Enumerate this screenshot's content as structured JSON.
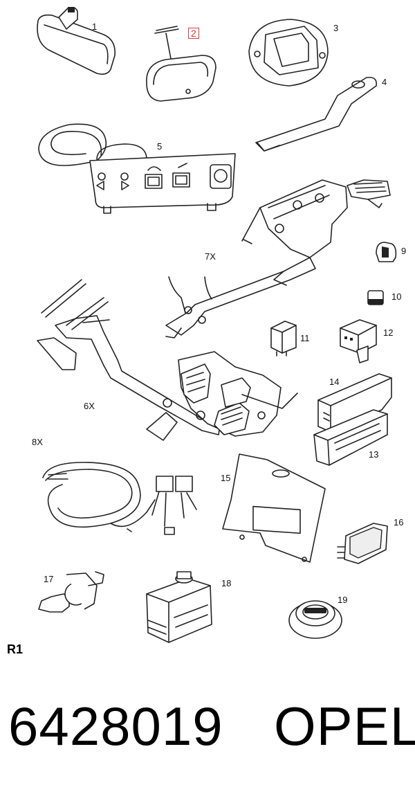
{
  "labels": {
    "p1": "1",
    "p2": "2",
    "p3": "3",
    "p4": "4",
    "p5": "5",
    "p7x": "7X",
    "p9": "9",
    "p10": "10",
    "p11": "11",
    "p12": "12",
    "p6x": "6X",
    "p14": "14",
    "p13": "13",
    "p8x": "8X",
    "p15": "15",
    "p16": "16",
    "p17": "17",
    "p18": "18",
    "p19": "19"
  },
  "highlighted_label": "p2",
  "region_code": "R1",
  "footer": {
    "part_number": "6428019",
    "brand": "OPEL"
  }
}
